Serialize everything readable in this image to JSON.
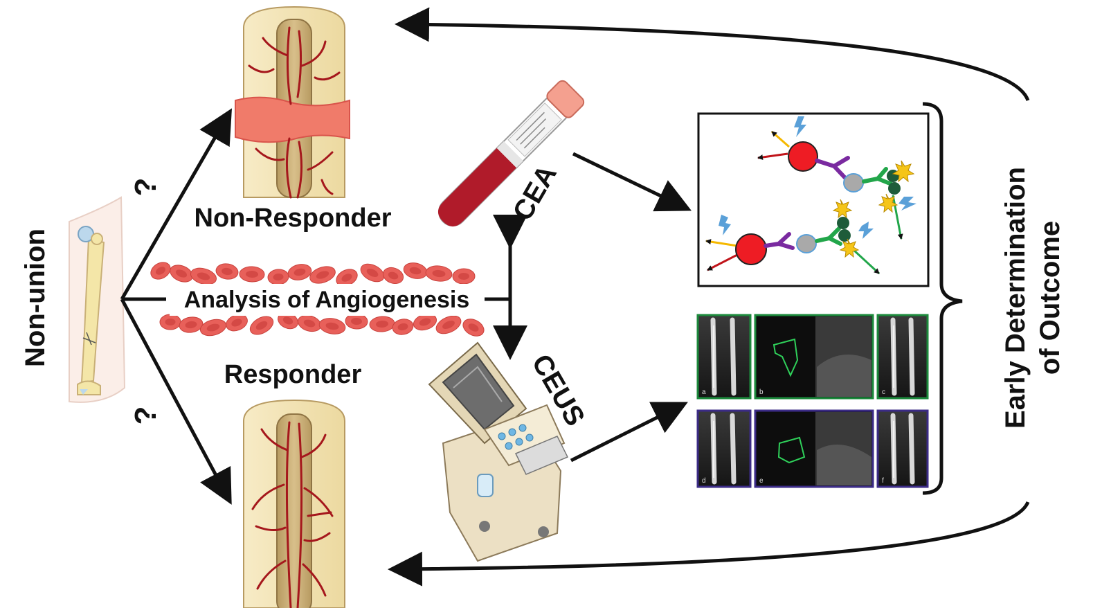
{
  "labels": {
    "left": "Non-union",
    "non_responder": "Non-Responder",
    "responder": "Responder",
    "analysis": "Analysis of Angiogenesis",
    "cea": "CEA",
    "ceus": "CEUS",
    "outcome_line1": "Early Determination",
    "outcome_line2": "of Outcome",
    "question_top": "?",
    "question_bottom": "?",
    "ceus_panel_a": "a",
    "ceus_panel_b": "b",
    "ceus_panel_c": "c",
    "ceus_panel_d": "d",
    "ceus_panel_e": "e",
    "ceus_panel_f": "f"
  },
  "colors": {
    "arrow": "#111111",
    "rbc": "#e8605a",
    "rbc_center": "#c63b37",
    "bone": "#f3e3b3",
    "bone_dark": "#c9b077",
    "marrow": "#cdb27a",
    "vessel": "#a5171c",
    "fracture": "#f07b6a",
    "tube_blood": "#b01b2a",
    "cell_red": "#ee1c24",
    "antibody_purple": "#7a2aa0",
    "antibody_green": "#22a64a",
    "frame_green": "#1c8a3c",
    "frame_purple": "#3b2b86"
  }
}
